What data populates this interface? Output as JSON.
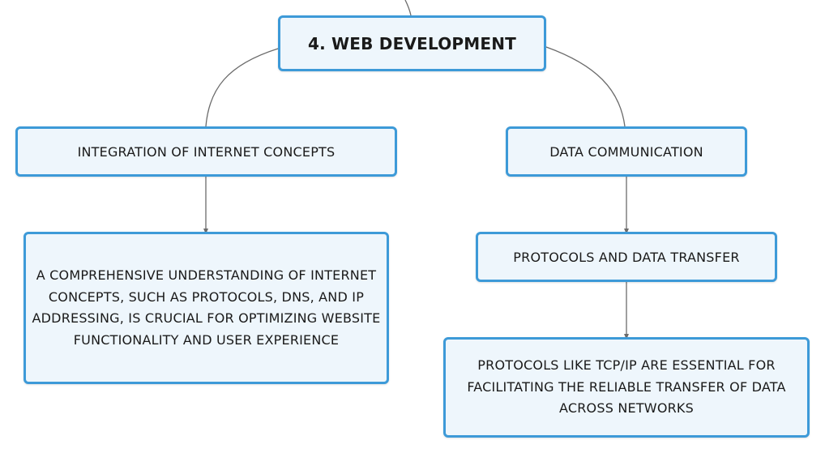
{
  "mindmap": {
    "root": {
      "label": "4. WEB DEVELOPMENT"
    },
    "branches": [
      {
        "label": "INTEGRATION OF INTERNET CONCEPTS",
        "children": [
          {
            "lines": [
              "A COMPREHENSIVE UNDERSTANDING OF INTERNET",
              "CONCEPTS, SUCH AS PROTOCOLS, DNS, AND IP",
              "ADDRESSING, IS CRUCIAL FOR OPTIMIZING WEBSITE",
              "FUNCTIONALITY AND USER EXPERIENCE"
            ]
          }
        ]
      },
      {
        "label": "DATA COMMUNICATION",
        "children": [
          {
            "label": "PROTOCOLS AND DATA TRANSFER",
            "children": [
              {
                "lines": [
                  "PROTOCOLS LIKE TCP/IP ARE ESSENTIAL FOR",
                  "FACILITATING THE RELIABLE TRANSFER OF DATA",
                  "ACROSS NETWORKS"
                ]
              }
            ]
          }
        ]
      }
    ]
  },
  "colors": {
    "node_border": "#3d9ad8",
    "node_fill": "#eef6fc",
    "connector": "#6b6b6b",
    "text": "#1a1a1a"
  }
}
